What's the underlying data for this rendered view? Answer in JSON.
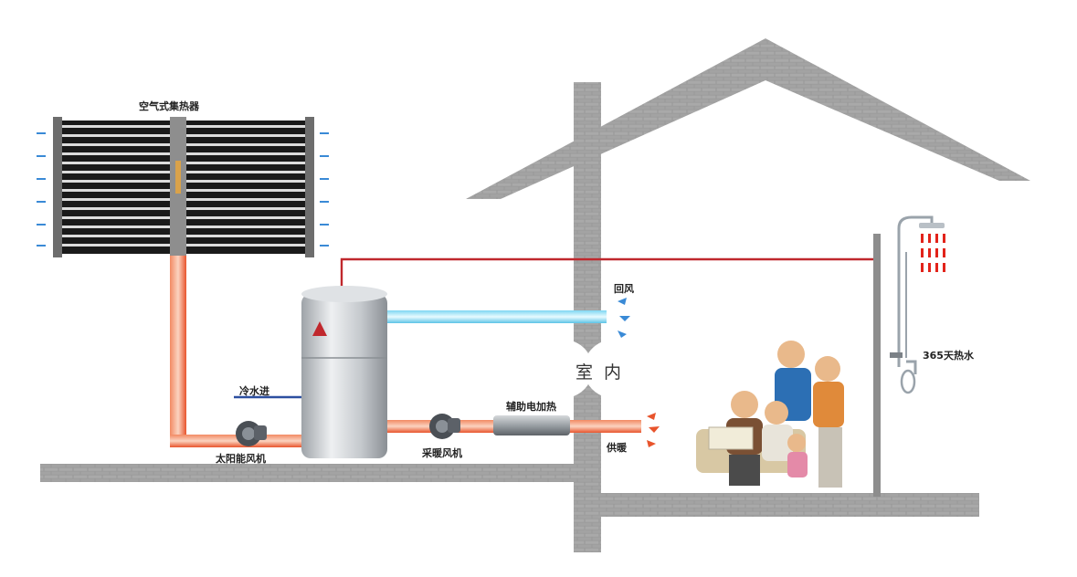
{
  "labels": {
    "collector": "空气式集热器",
    "return_air": "回风",
    "indoor": "室 内",
    "hot_water": "365天热水",
    "cold_water_in": "冷水进",
    "aux_heater": "辅助电加热",
    "solar_fan": "太阳能风机",
    "heating_fan": "采暖风机",
    "heating_supply": "供暖"
  },
  "colors": {
    "brick": "#8c8c8c",
    "pipe_hot": "#f0603a",
    "pipe_cold": "#7fd6f2",
    "red_line": "#c0282d",
    "blue_line": "#2c4fa0",
    "tank": "#c9cdd1"
  }
}
